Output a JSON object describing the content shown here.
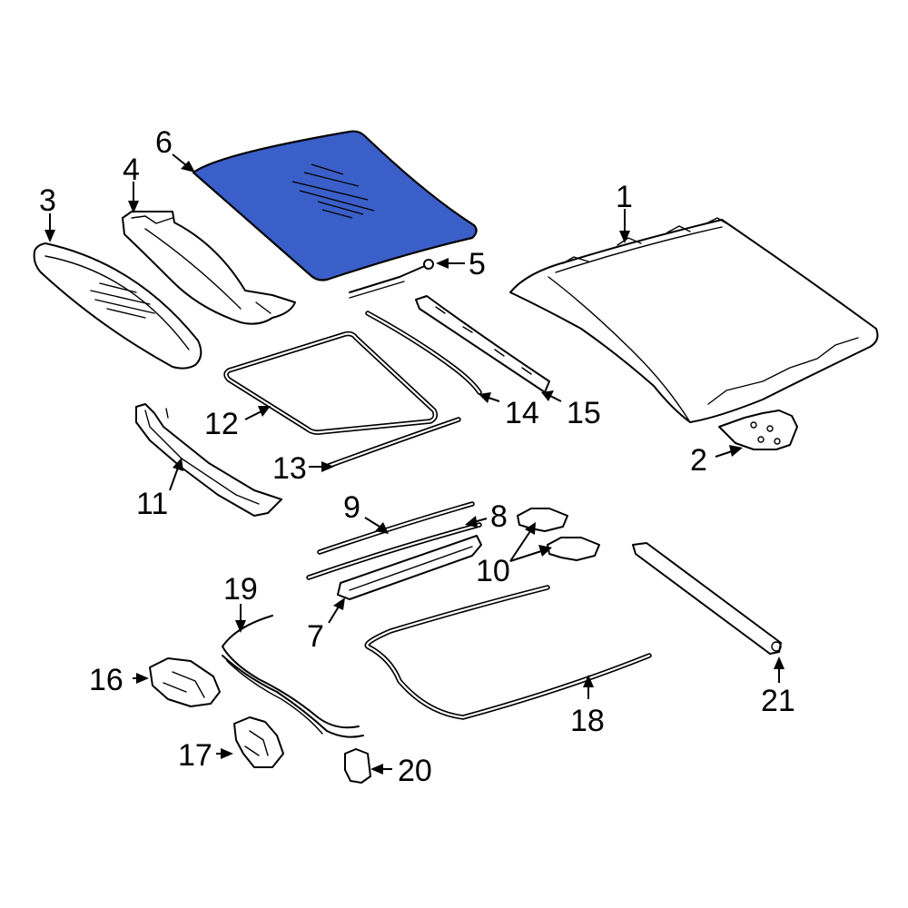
{
  "diagram": {
    "highlight_color": "#3a5fc8",
    "highlighted_part": "6",
    "callouts": {
      "c1": "1",
      "c2": "2",
      "c3": "3",
      "c4": "4",
      "c5": "5",
      "c6": "6",
      "c7": "7",
      "c8": "8",
      "c9": "9",
      "c10": "10",
      "c11": "11",
      "c12": "12",
      "c13": "13",
      "c14": "14",
      "c15": "15",
      "c16": "16",
      "c17": "17",
      "c18": "18",
      "c19": "19",
      "c20": "20",
      "c21": "21"
    }
  }
}
